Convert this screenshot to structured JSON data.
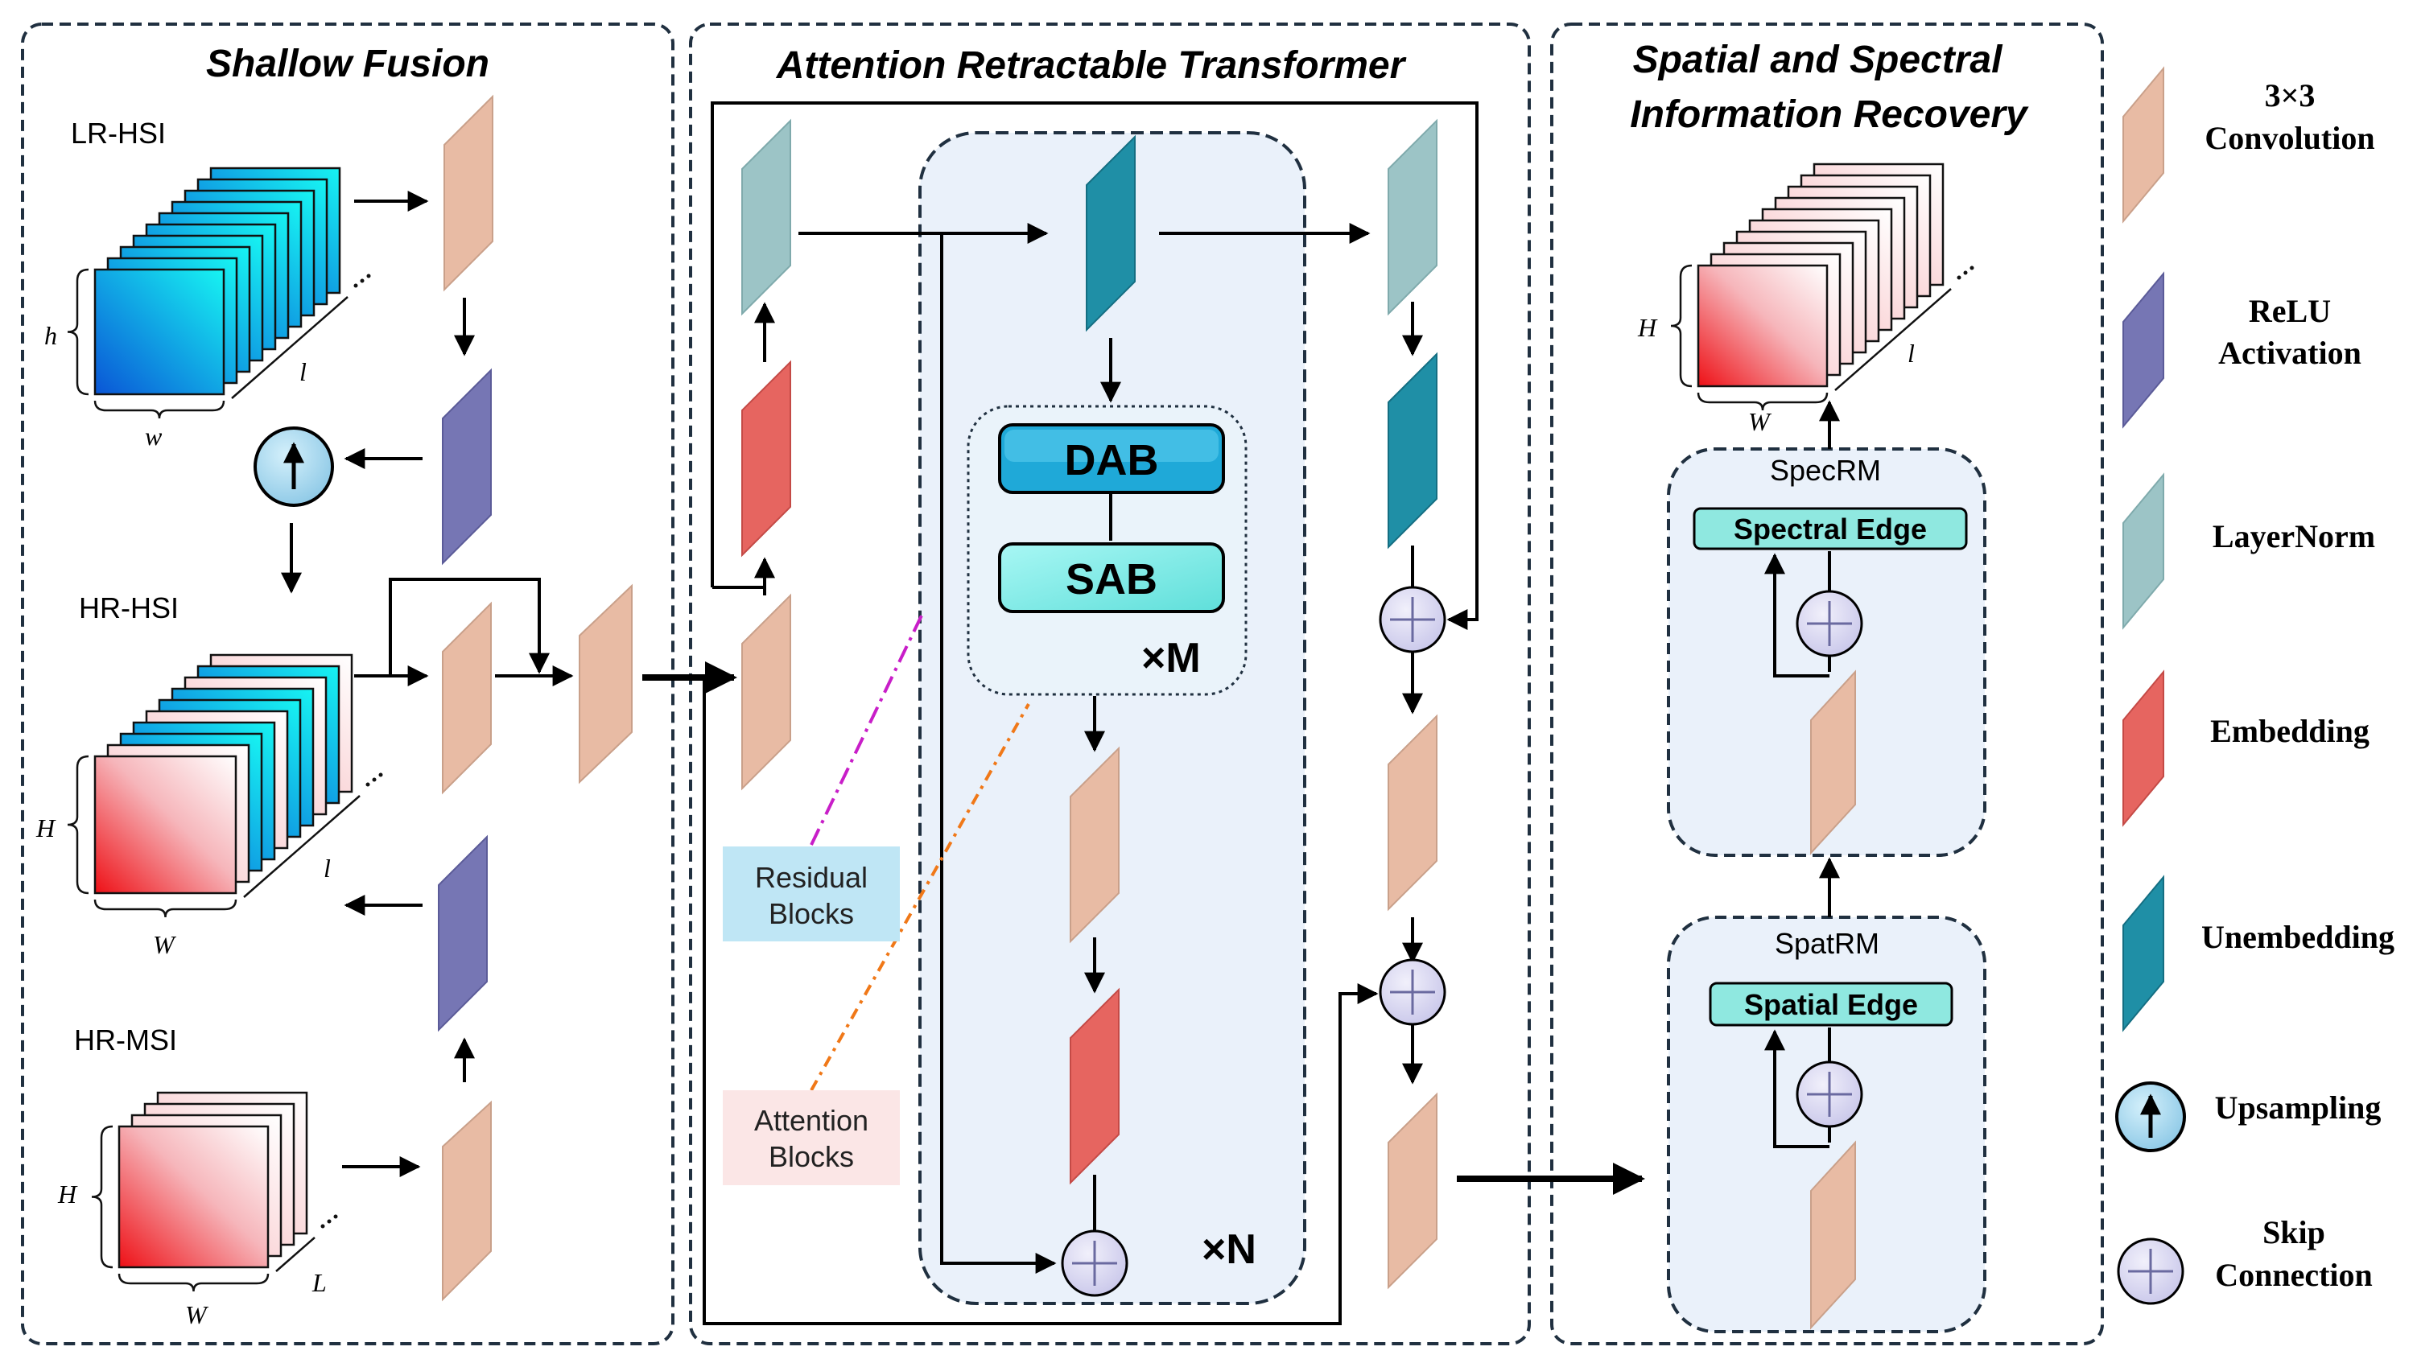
{
  "panels": {
    "shallow_fusion": "Shallow Fusion",
    "art": "Attention Retractable Transformer",
    "recovery_line1": "Spatial and Spectral",
    "recovery_line2": "Information Recovery"
  },
  "inputs": {
    "lr_hsi": "LR-HSI",
    "hr_hsi": "HR-HSI",
    "hr_msi": "HR-MSI"
  },
  "dims": {
    "h_small": "h",
    "w_small": "w",
    "l_small": "l",
    "H": "H",
    "W": "W",
    "L": "L"
  },
  "blocks": {
    "dab": "DAB",
    "sab": "SAB",
    "times_m": "×M",
    "times_n": "×N"
  },
  "notes": {
    "residual_line1": "Residual",
    "residual_line2": "Blocks",
    "attention_line1": "Attention",
    "attention_line2": "Blocks"
  },
  "modules": {
    "specrm": "SpecRM",
    "spatrm": "SpatRM",
    "spectral_edge": "Spectral Edge",
    "spatial_edge": "Spatial Edge"
  },
  "legend": [
    {
      "line1": "3×3",
      "line2": "Convolution",
      "icon": "conv-icon"
    },
    {
      "line1": "ReLU",
      "line2": "Activation",
      "icon": "relu-icon"
    },
    {
      "line1": "LayerNorm",
      "line2": "",
      "icon": "layernorm-icon"
    },
    {
      "line1": "Embedding",
      "line2": "",
      "icon": "embedding-icon"
    },
    {
      "line1": "Unembedding",
      "line2": "",
      "icon": "unembedding-icon"
    },
    {
      "line1": "Upsampling",
      "line2": "",
      "icon": "upsampling-icon"
    },
    {
      "line1": "Skip",
      "line2": "Connection",
      "icon": "skip-icon"
    }
  ],
  "colors": {
    "conv": "#e8bba4",
    "relu": "#7676b4",
    "layernorm": "#9cc4c6",
    "embedding": "#e66560",
    "unembedding": "#1f8fa6",
    "upsample": "#a8d8ee",
    "skip": "#d4d4f0",
    "module_bg": "#eaf1fa",
    "edge_box": "#8fe8e0",
    "residual_note": "#bfe6f5",
    "attention_note": "#fbe6e6"
  }
}
